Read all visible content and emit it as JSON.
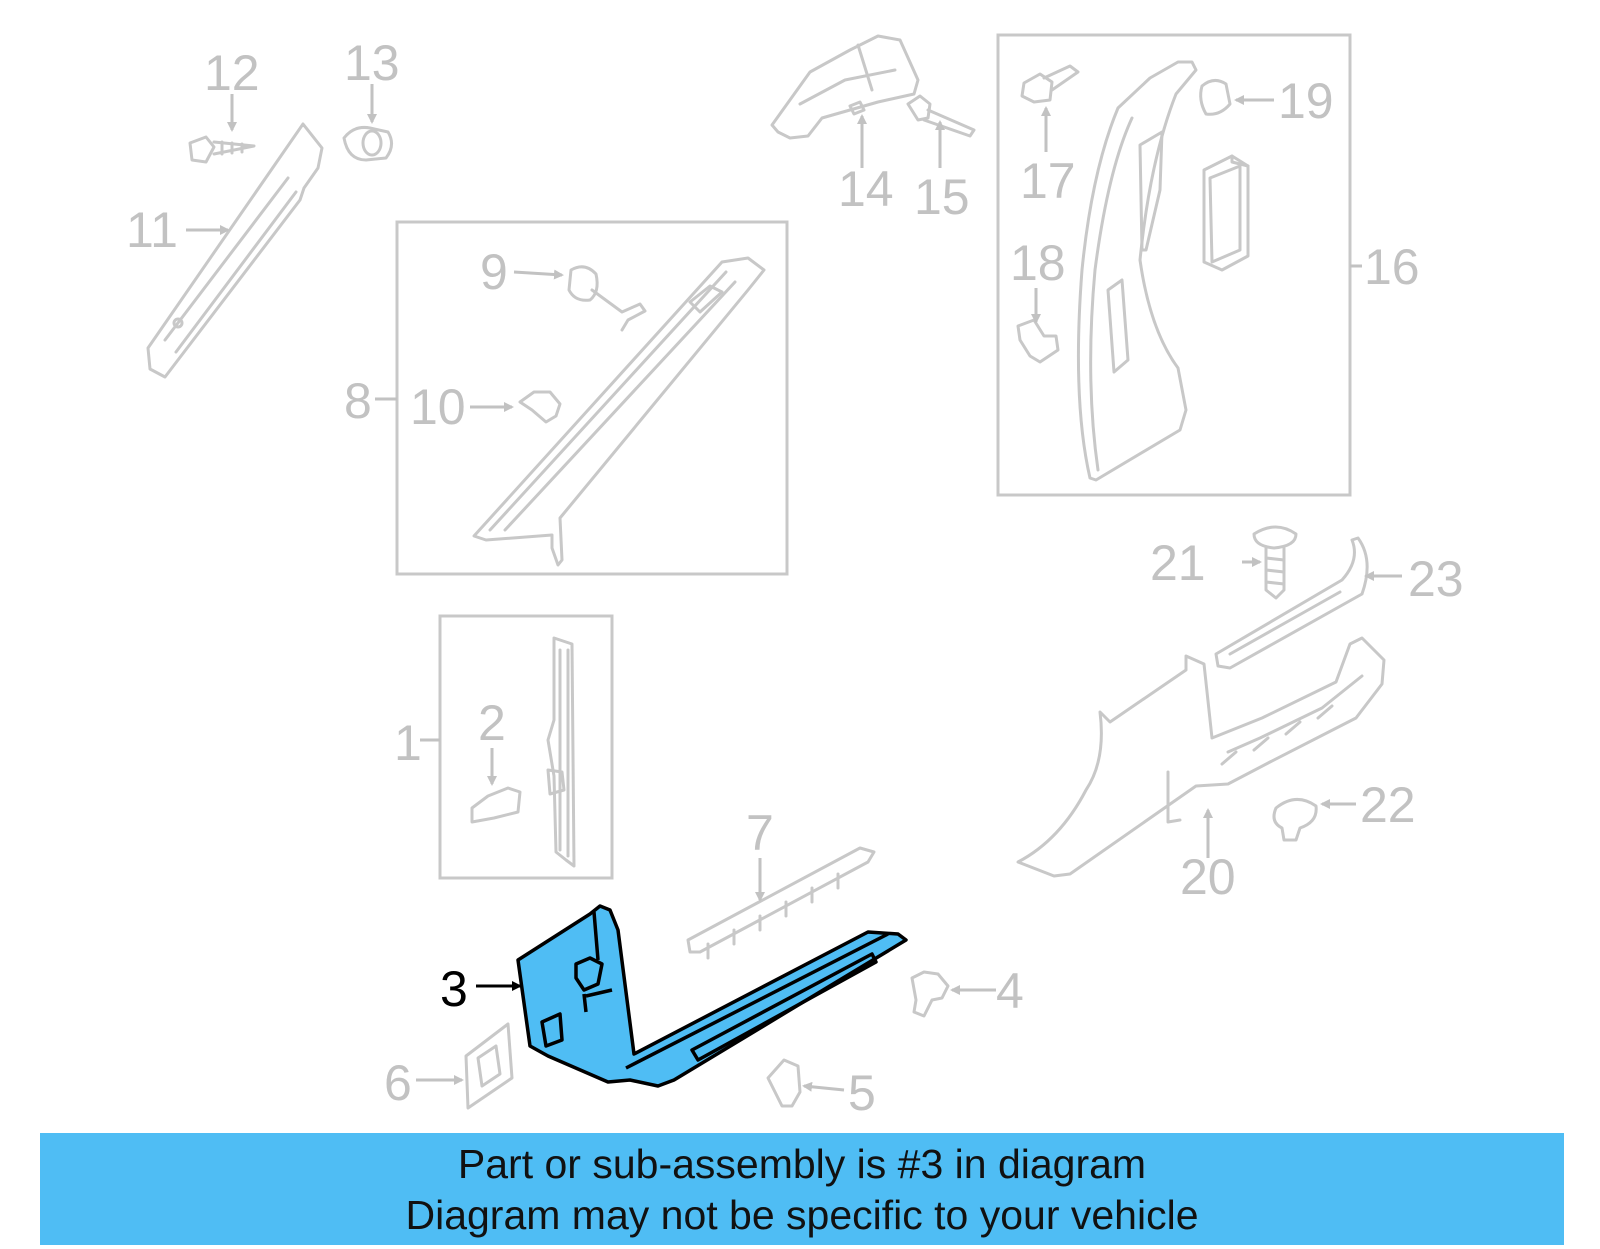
{
  "colors": {
    "highlight": "#4FBDF4",
    "muted_line": "#c8c8c8",
    "muted_text": "#c2c2c2",
    "banner": "#4FBDF4"
  },
  "callouts": {
    "c1": "1",
    "c2": "2",
    "c3": "3",
    "c4": "4",
    "c5": "5",
    "c6": "6",
    "c7": "7",
    "c8": "8",
    "c9": "9",
    "c10": "10",
    "c11": "11",
    "c12": "12",
    "c13": "13",
    "c14": "14",
    "c15": "15",
    "c16": "16",
    "c17": "17",
    "c18": "18",
    "c19": "19",
    "c20": "20",
    "c21": "21",
    "c22": "22",
    "c23": "23"
  },
  "highlighted_part": "3",
  "banner": {
    "line1": "Part or sub-assembly is #3 in diagram",
    "line2": "Diagram may not be specific to your vehicle"
  }
}
